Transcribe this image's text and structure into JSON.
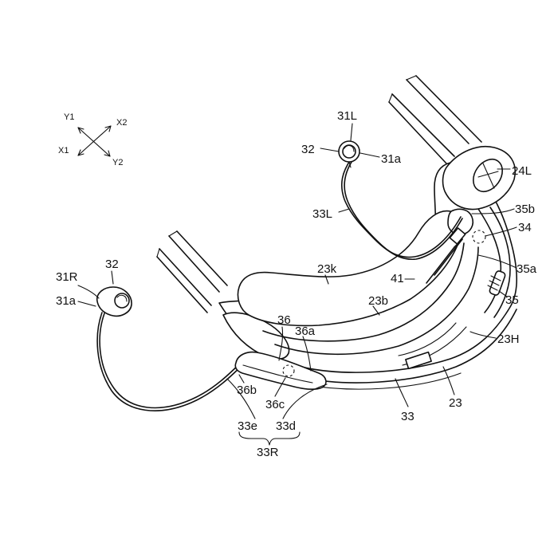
{
  "axes": {
    "y1": "Y1",
    "x2": "X2",
    "x1": "X1",
    "y2": "Y2"
  },
  "labels": {
    "l31L": "31L",
    "l32a": "32",
    "l31a_left": "31a",
    "l24L": "24L",
    "l33L": "33L",
    "l35b": "35b",
    "l34": "34",
    "l35a": "35a",
    "l35": "35",
    "l23H": "23H",
    "l31R": "31R",
    "l32b": "32",
    "l31a_right": "31a",
    "l23k": "23k",
    "l41": "41",
    "l23b": "23b",
    "l36": "36",
    "l36a": "36a",
    "l36b": "36b",
    "l36c": "36c",
    "l33e": "33e",
    "l33d": "33d",
    "l33R": "33R",
    "l33": "33",
    "l23": "23"
  }
}
